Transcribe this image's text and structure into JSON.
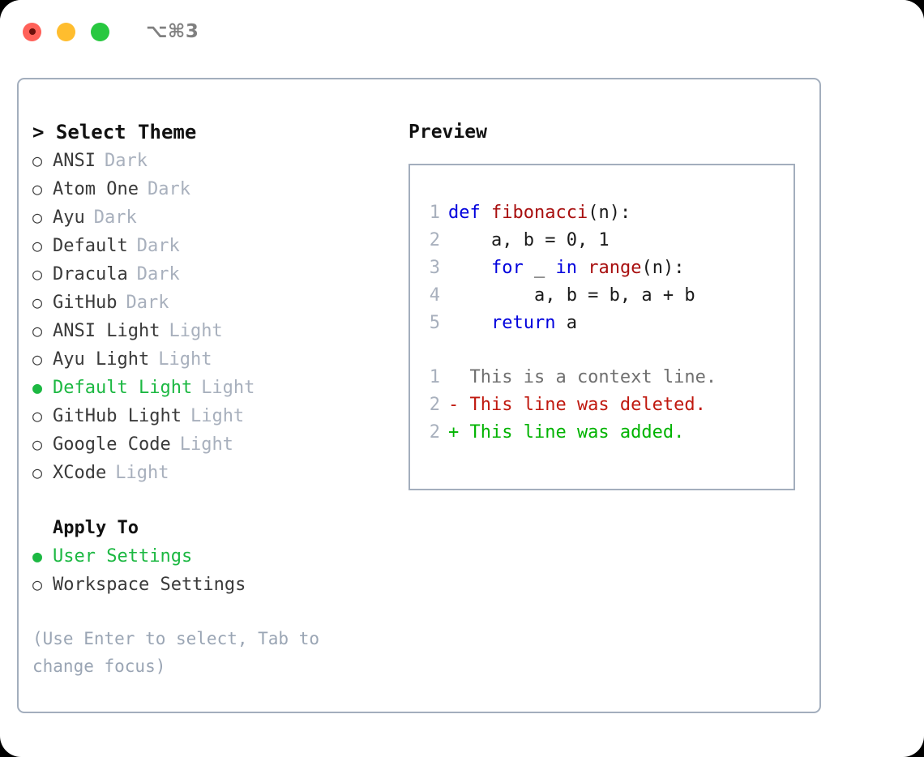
{
  "titlebar": {
    "title": "⌥⌘3",
    "controls": [
      {
        "name": "close",
        "color": "#ff6159"
      },
      {
        "name": "minimize",
        "color": "#ffbd2e"
      },
      {
        "name": "zoom",
        "color": "#28c840"
      }
    ]
  },
  "theme_panel": {
    "heading": "> Select Theme",
    "marker_unselected": "○",
    "marker_selected": "●",
    "themes": [
      {
        "name": "ANSI",
        "suffix": "Dark",
        "selected": false
      },
      {
        "name": "Atom One",
        "suffix": "Dark",
        "selected": false
      },
      {
        "name": "Ayu",
        "suffix": "Dark",
        "selected": false
      },
      {
        "name": "Default",
        "suffix": "Dark",
        "selected": false
      },
      {
        "name": "Dracula",
        "suffix": "Dark",
        "selected": false
      },
      {
        "name": "GitHub",
        "suffix": "Dark",
        "selected": false
      },
      {
        "name": "ANSI Light",
        "suffix": "Light",
        "selected": false
      },
      {
        "name": "Ayu Light",
        "suffix": "Light",
        "selected": false
      },
      {
        "name": "Default Light",
        "suffix": "Light",
        "selected": true
      },
      {
        "name": "GitHub Light",
        "suffix": "Light",
        "selected": false
      },
      {
        "name": "Google Code",
        "suffix": "Light",
        "selected": false
      },
      {
        "name": "XCode",
        "suffix": "Light",
        "selected": false
      }
    ],
    "apply_to": {
      "label": "Apply To",
      "options": [
        {
          "name": "User Settings",
          "selected": true
        },
        {
          "name": "Workspace Settings",
          "selected": false
        }
      ]
    },
    "hint": "(Use Enter to select, Tab to change focus)"
  },
  "preview": {
    "title": "Preview",
    "code_lines": [
      {
        "num": "1",
        "tokens": [
          {
            "t": "def",
            "c": "kw"
          },
          {
            "t": " ",
            "c": "pl"
          },
          {
            "t": "fibonacci",
            "c": "fn"
          },
          {
            "t": "(n):",
            "c": "pl"
          }
        ]
      },
      {
        "num": "2",
        "tokens": [
          {
            "t": "    a, b = 0, 1",
            "c": "pl"
          }
        ]
      },
      {
        "num": "3",
        "tokens": [
          {
            "t": "    ",
            "c": "pl"
          },
          {
            "t": "for",
            "c": "kw"
          },
          {
            "t": " _ ",
            "c": "pl"
          },
          {
            "t": "in",
            "c": "kw"
          },
          {
            "t": " ",
            "c": "pl"
          },
          {
            "t": "range",
            "c": "fn"
          },
          {
            "t": "(n):",
            "c": "pl"
          }
        ]
      },
      {
        "num": "4",
        "tokens": [
          {
            "t": "        a, b = b, a + b",
            "c": "pl"
          }
        ]
      },
      {
        "num": "5",
        "tokens": [
          {
            "t": "    ",
            "c": "pl"
          },
          {
            "t": "return",
            "c": "kw"
          },
          {
            "t": " a",
            "c": "pl"
          }
        ]
      }
    ],
    "diff_lines": [
      {
        "num": "1",
        "text": "  This is a context line.",
        "kind": "ctx"
      },
      {
        "num": "2",
        "text": "- This line was deleted.",
        "kind": "del"
      },
      {
        "num": "2",
        "text": "+ This line was added.",
        "kind": "add"
      }
    ]
  },
  "colors": {
    "accent_green": "#1cb842",
    "muted": "#a8b0bd",
    "border": "#a3aebd",
    "keyword": "#0000dd",
    "function": "#a80f0f",
    "diff_add": "#00b300",
    "diff_del": "#c0190f",
    "diff_ctx": "#707070"
  }
}
